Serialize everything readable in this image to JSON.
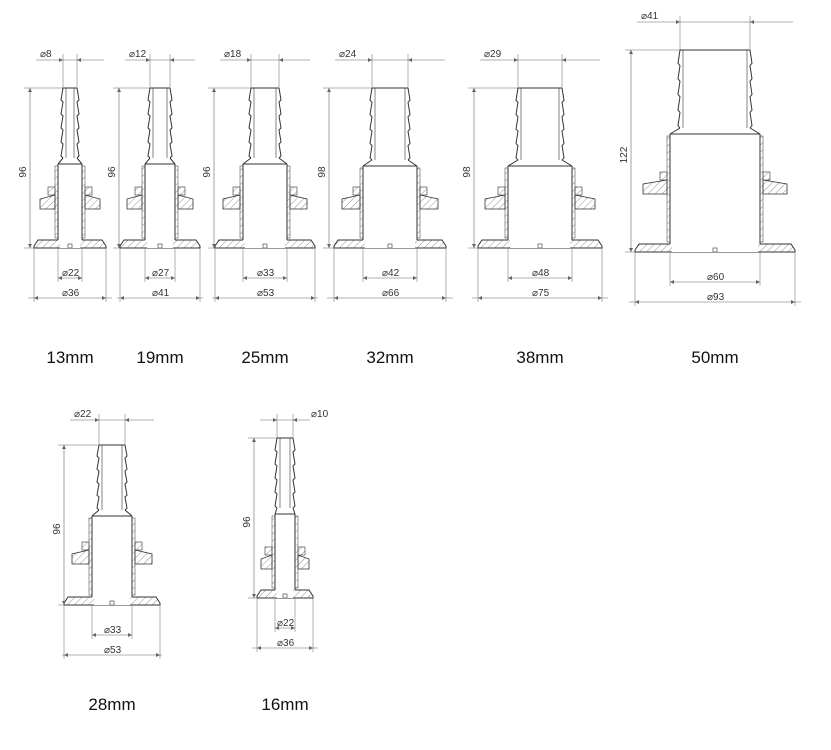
{
  "fittings": [
    {
      "size": "13mm",
      "d_top": "8",
      "height": "96",
      "d_inner": "22",
      "d_outer": "36"
    },
    {
      "size": "19mm",
      "d_top": "12",
      "height": "96",
      "d_inner": "27",
      "d_outer": "41"
    },
    {
      "size": "25mm",
      "d_top": "18",
      "height": "96",
      "d_inner": "33",
      "d_outer": "53"
    },
    {
      "size": "32mm",
      "d_top": "24",
      "height": "98",
      "d_inner": "42",
      "d_outer": "66"
    },
    {
      "size": "38mm",
      "d_top": "29",
      "height": "98",
      "d_inner": "48",
      "d_outer": "75"
    },
    {
      "size": "50mm",
      "d_top": "41",
      "height": "122",
      "d_inner": "60",
      "d_outer": "93"
    },
    {
      "size": "28mm",
      "d_top": "22",
      "height": "96",
      "d_inner": "33",
      "d_outer": "53"
    },
    {
      "size": "16mm",
      "d_top": "10",
      "height": "96",
      "d_inner": "22",
      "d_outer": "36"
    }
  ],
  "diameter_symbol": "⌀",
  "colors": {
    "line": "#333333",
    "dim": "#666666",
    "hatch": "#777777",
    "text": "#111111"
  }
}
